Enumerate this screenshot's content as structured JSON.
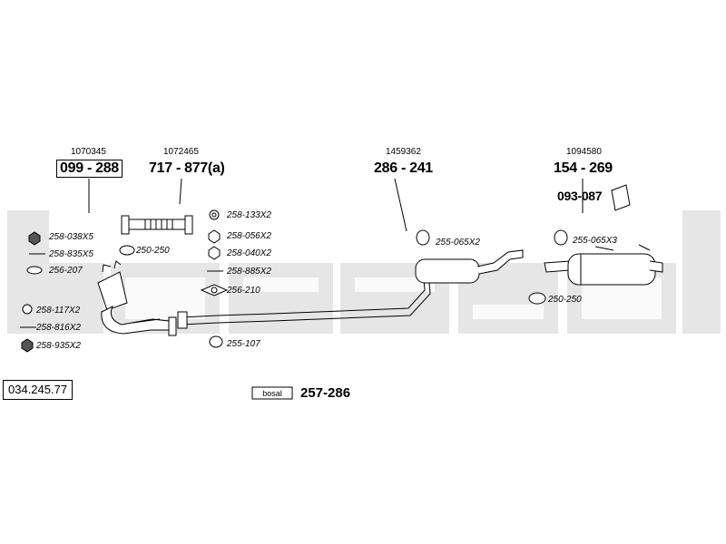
{
  "watermark": {
    "text": "bosal",
    "color": "#e8e8e8"
  },
  "catalog_number": "034.245.77",
  "assemblies": [
    {
      "id": "a1",
      "ref": "1070345",
      "part": "099 - 288",
      "boxed": true
    },
    {
      "id": "a2",
      "ref": "1072465",
      "part": "717 - 877(a)",
      "boxed": false
    },
    {
      "id": "a3",
      "ref": "1459362",
      "part": "286 - 241",
      "boxed": false
    },
    {
      "id": "a4",
      "ref": "1094580",
      "part": "154 - 269",
      "boxed": false
    }
  ],
  "hardware": [
    {
      "id": "h1",
      "code": "258-038X5",
      "icon": "nut-icon"
    },
    {
      "id": "h2",
      "code": "258-835X5",
      "icon": "bolt-icon"
    },
    {
      "id": "h3",
      "code": "256-207",
      "icon": "gasket-ring-icon"
    },
    {
      "id": "h4",
      "code": "258-117X2",
      "icon": "washer-icon"
    },
    {
      "id": "h5",
      "code": "258-816X2",
      "icon": "bolt-icon"
    },
    {
      "id": "h6",
      "code": "258-935X2",
      "icon": "nut-icon"
    },
    {
      "id": "h7",
      "code": "250-250",
      "icon": "clamp-icon"
    },
    {
      "id": "h8",
      "code": "258-133X2",
      "icon": "washer-icon"
    },
    {
      "id": "h9",
      "code": "258-056X2",
      "icon": "nut-icon"
    },
    {
      "id": "h10",
      "code": "258-040X2",
      "icon": "nut-icon"
    },
    {
      "id": "h11",
      "code": "258-885X2",
      "icon": "bolt-icon"
    },
    {
      "id": "h12",
      "code": "256-210",
      "icon": "flange-gasket-icon"
    },
    {
      "id": "h13",
      "code": "255-107",
      "icon": "rubber-hanger-icon"
    },
    {
      "id": "h14",
      "code": "255-065X2",
      "icon": "rubber-hanger-icon"
    },
    {
      "id": "h15",
      "code": "255-065X3",
      "icon": "rubber-hanger-icon"
    },
    {
      "id": "h16",
      "code": "250-250",
      "icon": "clamp-icon"
    },
    {
      "id": "h17",
      "code": "093-087",
      "icon": "mounting-bracket-icon"
    }
  ],
  "kit": {
    "brand": "bosal",
    "part": "257-286",
    "icon": "fitting-kit-box-icon"
  }
}
